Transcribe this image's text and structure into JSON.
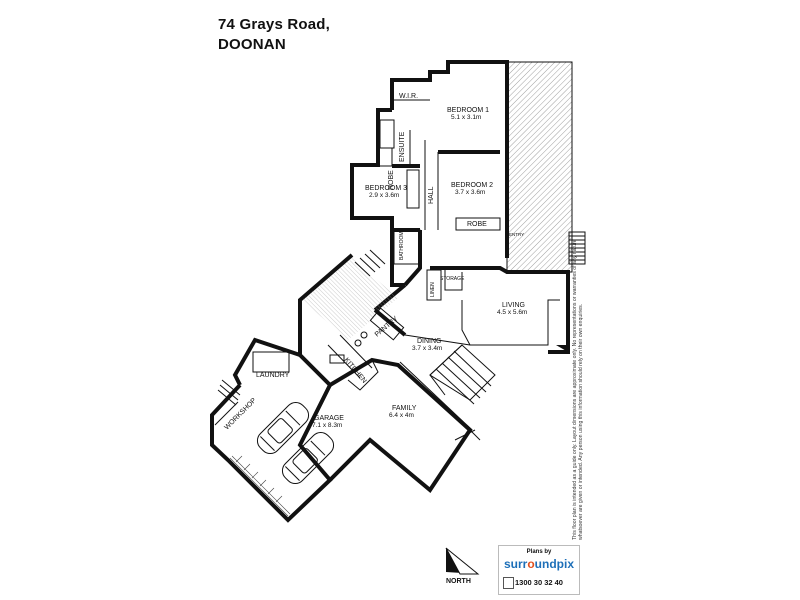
{
  "address": {
    "line1": "74 Grays Road,",
    "line2": "DOONAN"
  },
  "rooms": {
    "bedroom1": {
      "name": "BEDROOM 1",
      "size": "5.1 x 3.1m"
    },
    "wir": {
      "name": "W.I.R."
    },
    "ensuite": {
      "name": "ENSUITE"
    },
    "bedroom2": {
      "name": "BEDROOM 2",
      "size": "3.7 x 3.6m"
    },
    "bedroom3": {
      "name": "BEDROOM 3",
      "size": "2.9 x 3.6m"
    },
    "robe1": {
      "name": "ROBE"
    },
    "robe2": {
      "name": "ROBE"
    },
    "hall": {
      "name": "HALL"
    },
    "bathroom": {
      "name": "BATHROOM"
    },
    "entry": {
      "name": "ENTRY"
    },
    "storage": {
      "name": "STORAGE"
    },
    "linen": {
      "name": "LINEN"
    },
    "living": {
      "name": "LIVING",
      "size": "4.5 x 5.6m"
    },
    "pantry": {
      "name": "PANTRY"
    },
    "dining": {
      "name": "DINING",
      "size": "3.7 x 3.4m"
    },
    "kitchen": {
      "name": "KITCHEN"
    },
    "laundry": {
      "name": "LAUNDRY"
    },
    "workshop": {
      "name": "WORKSHOP"
    },
    "garage": {
      "name": "GARAGE",
      "size": "7.1 x 8.3m"
    },
    "family": {
      "name": "FAMILY",
      "size": "6.4 x 4m"
    }
  },
  "north": {
    "label": "NORTH"
  },
  "logo": {
    "plans_by": "Plans by",
    "brand_a": "surr",
    "brand_o": "o",
    "brand_b": "undpix",
    "phone": "1300 30 32 40"
  },
  "disclaimer": {
    "line1": "This floor plan is intended as a guide only. Layout dimensions are approximate only. No representations or warranties of any nature",
    "line2": "whatsoever are given or intended. Any person using this information should rely on their own enquiries."
  }
}
